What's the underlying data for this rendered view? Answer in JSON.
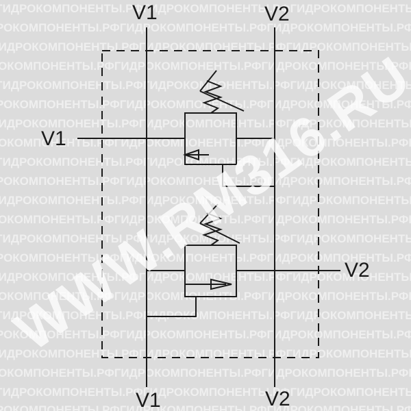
{
  "ports": {
    "top_left": "V1",
    "top_right": "V2",
    "left": "V1",
    "right": "V2",
    "bottom_left": "V1",
    "bottom_right": "V2"
  },
  "watermark": {
    "site": "WWW.RM316.RU",
    "pattern_text": "ГИДРОКОМПОНЕНТЫ.РФГИДРОКОМПОНЕНТЫ.РФГИДРОКОМПОНЕНТЫ.РФГИДРОКОМПОНЕНТЫ.РФ"
  },
  "colors": {
    "background": "#dcdcdc",
    "line": "#1a1a1a",
    "watermark": "#ffffff"
  }
}
